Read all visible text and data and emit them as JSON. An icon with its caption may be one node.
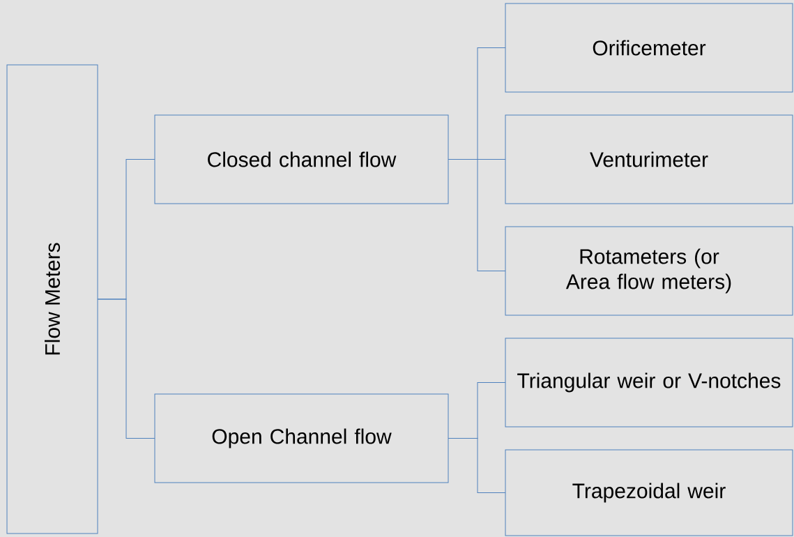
{
  "diagram": {
    "nodes": [
      {
        "text": [
          "Flow Meters"
        ]
      },
      {
        "text": [
          "Closed channel flow"
        ]
      },
      {
        "text": [
          "Open Channel flow"
        ]
      },
      {
        "text": [
          "Orificemeter"
        ]
      },
      {
        "text": [
          "Venturimeter"
        ]
      },
      {
        "text": [
          "Rotameters (or Area flow meters)"
        ]
      },
      {
        "text": [
          "Triangular weir or V-notches"
        ]
      },
      {
        "text": [
          "Trapezoidal weir"
        ]
      }
    ],
    "edges": [
      {
        "from": 0,
        "to": 1,
        "arrow": "none"
      },
      {
        "from": 0,
        "to": 2,
        "arrow": "none"
      },
      {
        "from": 1,
        "to": 3,
        "arrow": "none"
      },
      {
        "from": 1,
        "to": 4,
        "arrow": "none"
      },
      {
        "from": 1,
        "to": 5,
        "arrow": "none"
      },
      {
        "from": 2,
        "to": 6,
        "arrow": "none"
      },
      {
        "from": 2,
        "to": 7,
        "arrow": "none"
      }
    ]
  }
}
